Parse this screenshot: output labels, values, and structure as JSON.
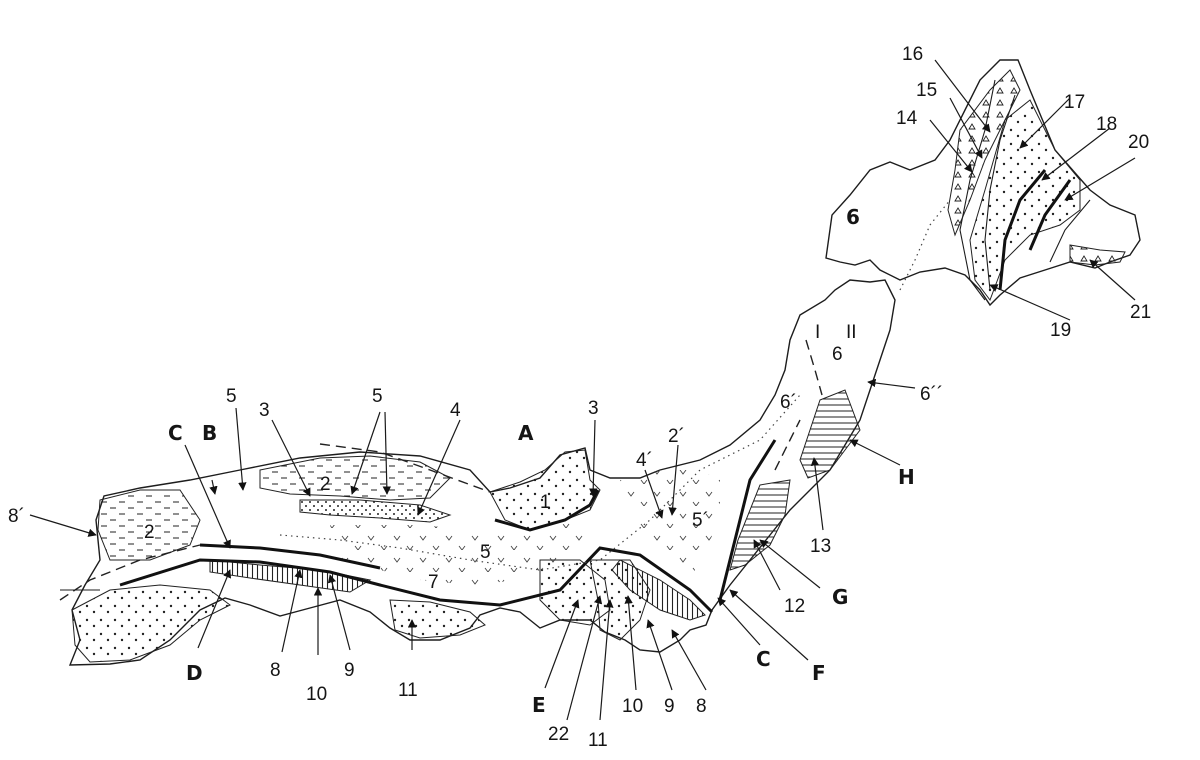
{
  "map": {
    "labels": {
      "l1": "1",
      "l2a": "2",
      "l2b": "2",
      "l2p": "2´",
      "l3a": "3",
      "l3b": "3",
      "l4a": "4",
      "l4p": "4´",
      "l5a": "5",
      "l5b": "5",
      "l5c": "5",
      "l5p": "5´",
      "l6a": "6",
      "l6b": "6",
      "l6p": "6´",
      "l6pp": "6´´",
      "l7": "7",
      "l8a": "8",
      "l8b": "8",
      "l8p": "8´",
      "l9a": "9",
      "l9b": "9",
      "l10a": "10",
      "l10b": "10",
      "l11a": "11",
      "l11b": "11",
      "l12": "12",
      "l13": "13",
      "l14": "14",
      "l15": "15",
      "l16": "16",
      "l17": "17",
      "l18": "18",
      "l19": "19",
      "l20": "20",
      "l21": "21",
      "l22": "22",
      "lA": "A",
      "lB": "B",
      "lC1": "C",
      "lC2": "C",
      "lD": "D",
      "lE": "E",
      "lF": "F",
      "lG": "G",
      "lH": "H",
      "lI": "I",
      "lII": "II"
    }
  }
}
